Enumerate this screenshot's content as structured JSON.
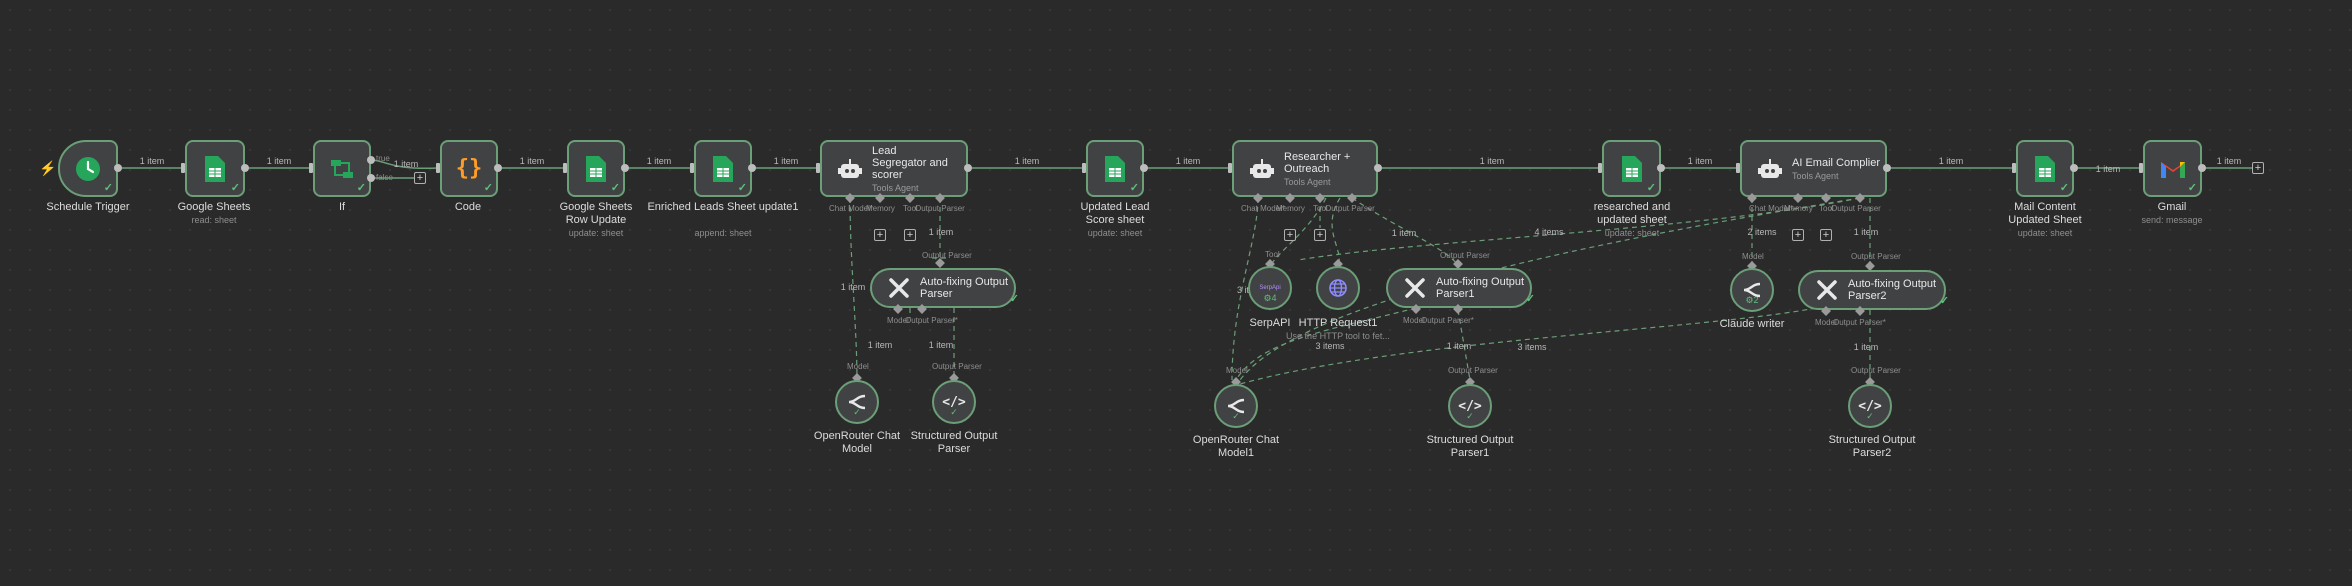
{
  "colors": {
    "canvas": "#2a2a2a",
    "node_bg": "#414244",
    "success": "#5dc17a",
    "wire": "#6b9f78",
    "sheets_green": "#26a65b",
    "code_orange": "#ff9b26",
    "trigger_red": "#ff6d5a"
  },
  "nodes": {
    "schedule_trigger": {
      "name": "Schedule Trigger",
      "icon": "clock-icon"
    },
    "google_sheets": {
      "name": "Google Sheets",
      "sub": "read: sheet",
      "icon": "google-sheets-icon"
    },
    "if": {
      "name": "If",
      "icon": "if-icon",
      "true_label": "true",
      "false_label": "false"
    },
    "code": {
      "name": "Code",
      "icon": "code-braces-icon"
    },
    "sheets_row_update": {
      "name": "Google Sheets Row Update",
      "sub": "update: sheet"
    },
    "enriched_leads": {
      "name": "Enriched Leads Sheet update1",
      "sub": "append: sheet"
    },
    "lead_segregator": {
      "name": "Lead Segregator and scorer",
      "sub": "Tools Agent",
      "icon": "robot-icon"
    },
    "updated_lead_score": {
      "name": "Updated Lead Score sheet",
      "sub": "update: sheet"
    },
    "researcher": {
      "name": "Researcher + Outreach",
      "sub": "Tools Agent",
      "icon": "robot-icon"
    },
    "researched_updated": {
      "name": "researched and updated sheet",
      "sub": "update: sheet"
    },
    "ai_email": {
      "name": "AI Email Complier",
      "sub": "Tools Agent",
      "icon": "robot-icon"
    },
    "mail_content": {
      "name": "Mail Content Updated Sheet",
      "sub": "update: sheet"
    },
    "gmail": {
      "name": "Gmail",
      "sub": "send: message",
      "icon": "gmail-icon"
    },
    "autofix1": {
      "name": "Auto-fixing Output Parser",
      "icon": "wrench-icon"
    },
    "autofix2": {
      "name": "Auto-fixing Output Parser1",
      "icon": "wrench-icon"
    },
    "autofix3": {
      "name": "Auto-fixing Output Parser2",
      "icon": "wrench-icon"
    },
    "openrouter": {
      "name": "OpenRouter Chat Model",
      "icon": "openrouter-icon"
    },
    "openrouter1": {
      "name": "OpenRouter Chat Model1",
      "icon": "openrouter-icon"
    },
    "structured": {
      "name": "Structured Output Parser",
      "icon": "code-tag-icon"
    },
    "structured1": {
      "name": "Structured Output Parser1",
      "icon": "code-tag-icon"
    },
    "structured2": {
      "name": "Structured Output Parser2",
      "icon": "code-tag-icon"
    },
    "serpapi": {
      "name": "SerpAPI",
      "icon": "serpapi-icon",
      "badge": "4"
    },
    "http_request": {
      "name": "HTTP Request1",
      "sub": "Use the HTTP tool to fet...",
      "icon": "globe-icon"
    },
    "claude_writer": {
      "name": "Claude writer",
      "icon": "claude-icon",
      "badge": "2"
    }
  },
  "ports": {
    "chat_model": "Chat Model*",
    "memory": "Memory",
    "tool": "Tool",
    "output_parser": "Output Parser",
    "model": "Model",
    "output_parser_req": "Output Parser*",
    "model_short": "Model"
  },
  "edges": {
    "one_item": "1 item",
    "three_items": "3 items",
    "four_items": "4 items",
    "two_items": "2 items",
    "three_it": "3 it"
  },
  "plus_symbol": "+"
}
